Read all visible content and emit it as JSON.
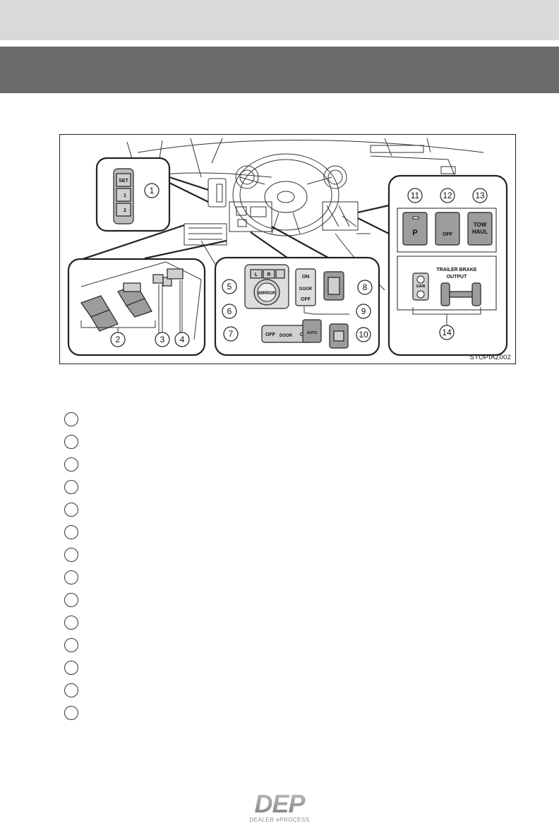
{
  "figure": {
    "code": "STOPIAZ002",
    "callouts": [
      "1",
      "2",
      "3",
      "4",
      "5",
      "6",
      "7",
      "8",
      "9",
      "10",
      "11",
      "12",
      "13",
      "14"
    ],
    "seat_memory_labels": [
      "SET",
      "1",
      "2"
    ],
    "mirror_labels": [
      "L",
      "R",
      "MIRROR"
    ],
    "dome_switch_labels": [
      "ON",
      "DOOR",
      "OFF"
    ],
    "interior_light_labels": [
      "OFF",
      "DOOR",
      "ON"
    ],
    "headlight_label": "AUTO",
    "vsc_label": "OFF",
    "tow_haul_label": [
      "TOW",
      "HAUL"
    ],
    "trailer_brake_title": [
      "TRAILER BRAKE",
      "OUTPUT"
    ],
    "gain_label": "GAIN",
    "parking_assist_label": "P"
  },
  "legend_count": 14,
  "logo": {
    "mark": "DEP",
    "subtext": "DEALER ePROCESS",
    "color": "#8a8a8a"
  }
}
